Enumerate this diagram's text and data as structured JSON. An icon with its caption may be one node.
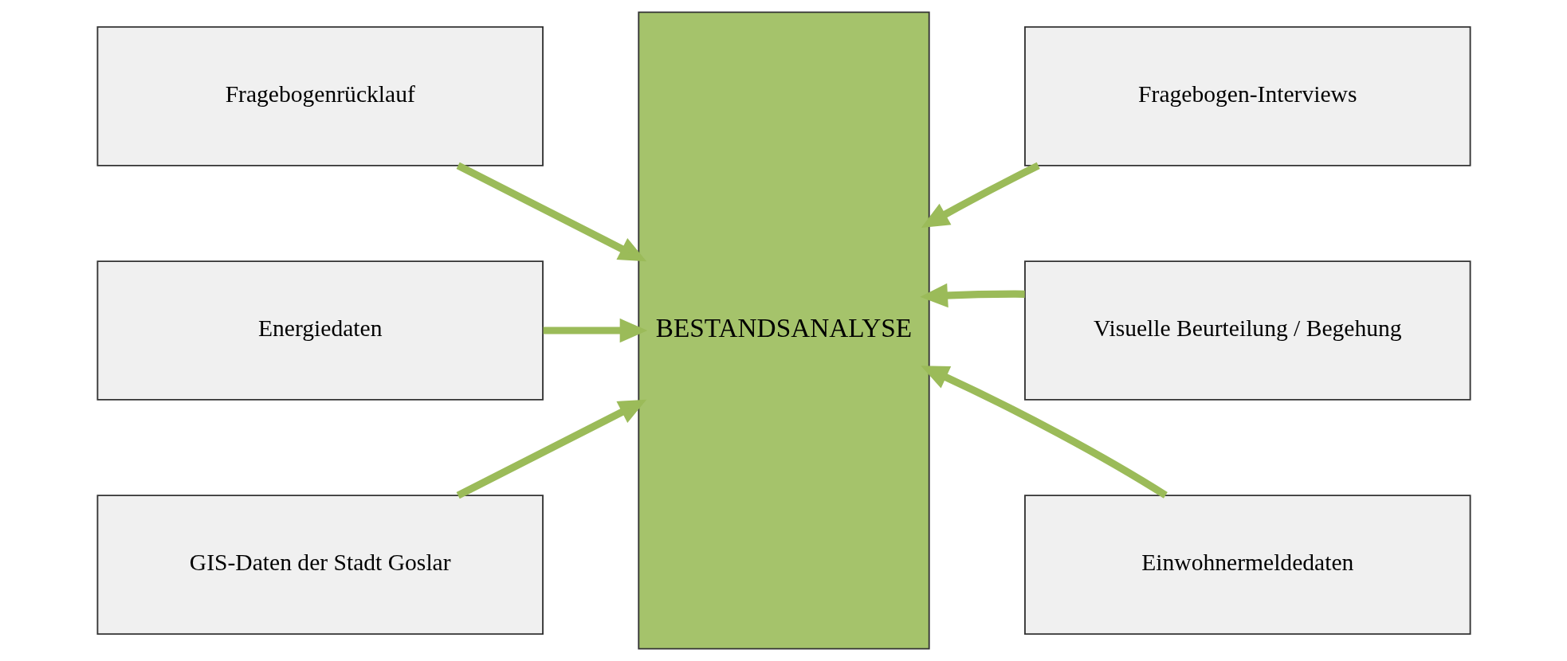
{
  "diagram": {
    "nodes": [
      {
        "text": [
          "Fragebogenrücklauf"
        ]
      },
      {
        "text": [
          "BESTANDSANALYSE"
        ]
      },
      {
        "text": [
          "Fragebogen-Interviews"
        ]
      },
      {
        "text": [
          "Energiedaten"
        ]
      },
      {
        "text": [
          "Visuelle Beurteilung / Begehung"
        ]
      },
      {
        "text": [
          "GIS-Daten der Stadt Goslar"
        ]
      },
      {
        "text": [
          "Einwohnermeldedaten"
        ]
      }
    ],
    "edges": [
      {
        "from": 0,
        "to": 1,
        "arrow": "to"
      },
      {
        "from": 2,
        "to": 1,
        "arrow": "to"
      },
      {
        "from": 3,
        "to": 1,
        "arrow": "to"
      },
      {
        "from": 4,
        "to": 1,
        "arrow": "to"
      },
      {
        "from": 5,
        "to": 1,
        "arrow": "to"
      },
      {
        "from": 6,
        "to": 1,
        "arrow": "to"
      }
    ]
  }
}
